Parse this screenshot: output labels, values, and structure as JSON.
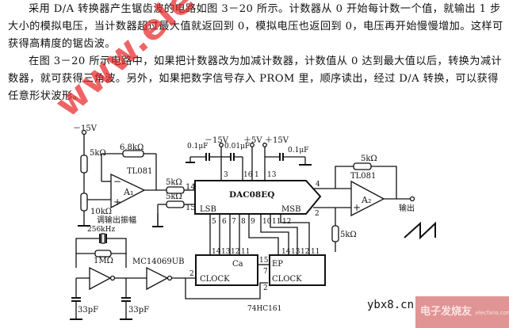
{
  "text": {
    "paragraph1": "采用 D/A 转换器产生锯齿波的电路如图 3－20 所示。计数器从 0 开始每计数一个值，就输出 1 步大小的模拟电压，当计数器超过最大值就返回到 0，模拟电压也返回到 0，电压再开始慢慢增加。这样可获得高精度的锯齿波。",
    "paragraph2": "在图 3－20 所示电路中，如果把计数器改为加减计数器，计数值从 0 达到最大值以后，转换为减计数器，就可获得三角波。另外，如果把数字信号存入 PROM 里，顺序读出，经过 D/A 转换，可以获得任意形状波形。"
  },
  "watermark": {
    "text": "www.elecfans.com",
    "color": "#e82828"
  },
  "footer": {
    "site": "ybx8.cn",
    "logo_text": "电子发烧友",
    "logo_sub": "elecfans.com"
  },
  "circuit": {
    "amp1": {
      "supply": "－15V",
      "r_top": "5kΩ",
      "r_feedback": "6.8kΩ",
      "chip": "TL081",
      "label": "A₁",
      "pot": "10kΩ",
      "pot_caption": "调输出振幅"
    },
    "dac": {
      "chip": "DAC08EQ",
      "lsb": "LSB",
      "msb": "MSB",
      "r_in14": "5kΩ",
      "r_in15": "5kΩ",
      "pin14": "14",
      "pin15": "15",
      "pin_out4": "4",
      "pin_out2": "2",
      "top_pins": [
        "3",
        "16",
        "1",
        "13"
      ],
      "bottom_pins": [
        "5",
        "6",
        "7",
        "8",
        "9",
        "10",
        "11",
        "12"
      ],
      "cap1": "0.1μF",
      "cap2": "0.01μF",
      "cap3": "0.1μF",
      "supply_neg": "－15V",
      "supply_5v": "＋5V",
      "supply_15v": "＋15V"
    },
    "amp2": {
      "r_feedback": "5kΩ",
      "chip": "TL081",
      "label": "A₂",
      "r_ground": "5kΩ",
      "output_label": "输出"
    },
    "oscillator": {
      "crystal": "256kHz",
      "resistor": "1MΩ",
      "inverter_chip": "MC14069UB",
      "cap_left": "33pF",
      "cap_right": "33pF"
    },
    "counters": {
      "chip": "74HC161",
      "counter1_label": "Ca",
      "counter1_clock": "CLOCK",
      "counter1_clock_pin": "2",
      "counter1_pins": [
        "14",
        "13",
        "12",
        "11"
      ],
      "counter1_carry_pin": "15",
      "counter2_ep": "EP",
      "counter2_ep_pin": "7",
      "counter2_clock": "CLOCK",
      "counter2_clock_pin": "2",
      "counter2_pins": [
        "14",
        "13",
        "12",
        "11"
      ]
    }
  }
}
